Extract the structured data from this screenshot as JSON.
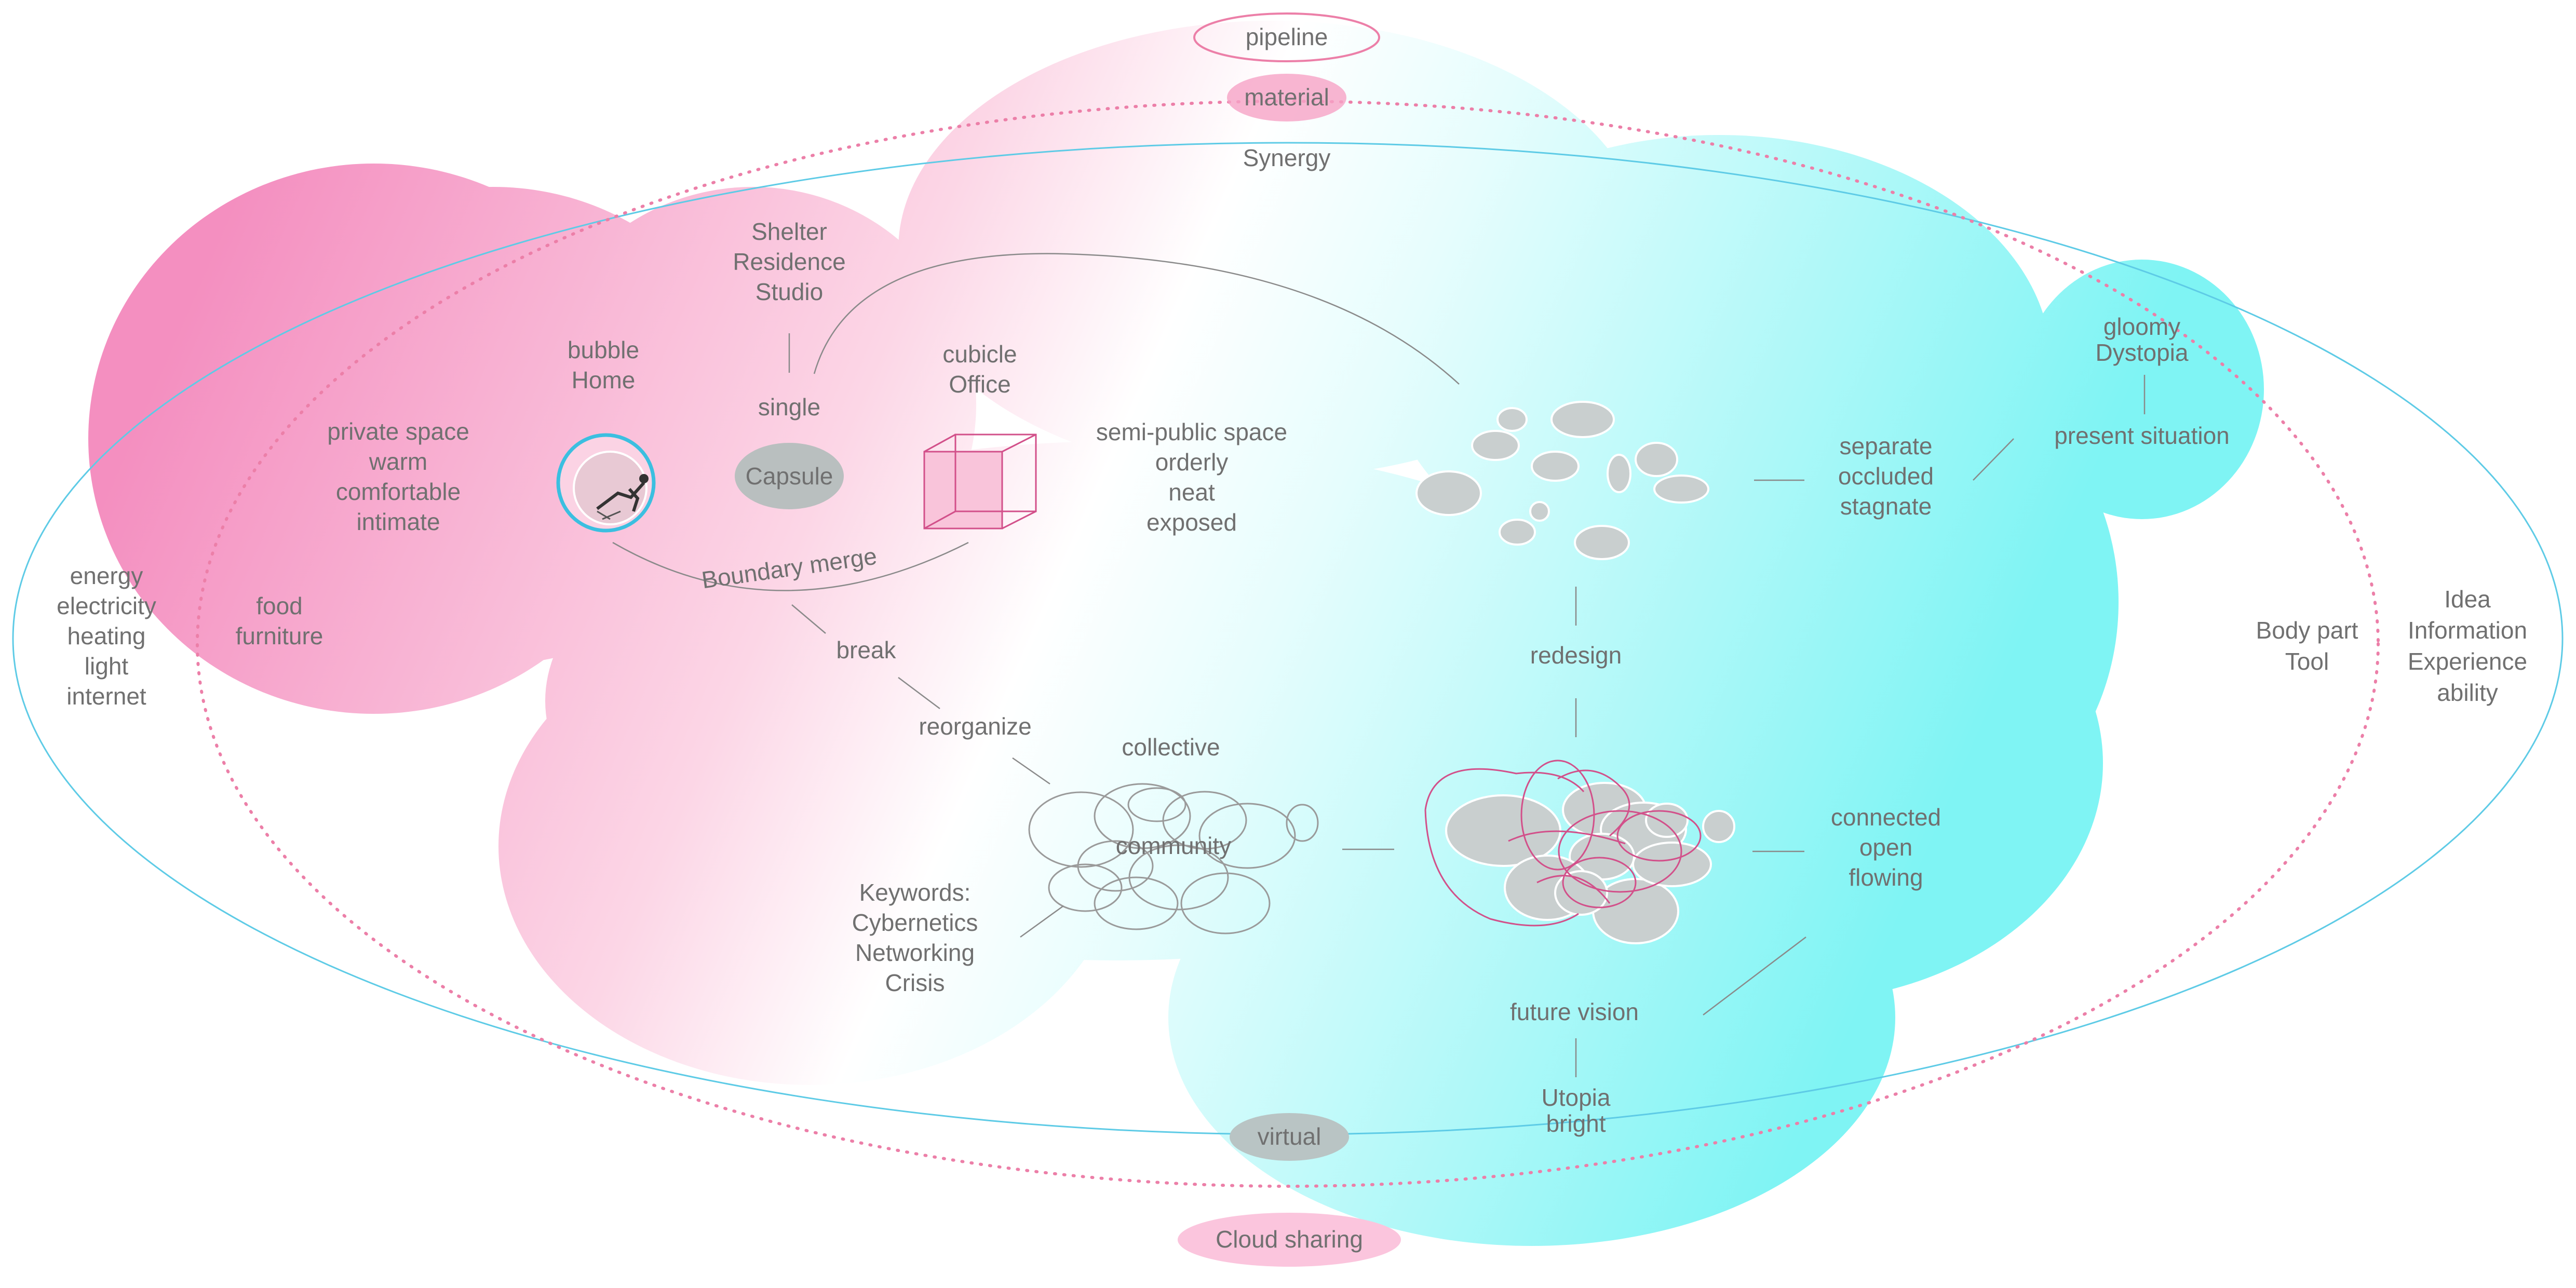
{
  "colors": {
    "pink": "#f48fc0",
    "cyan": "#7ff4f4",
    "outer_ellipse": "#5ecbe6",
    "dotted_ellipse": "#ec7fa8",
    "label_text": "#707070",
    "gray_blob": "#c9cfcf",
    "magenta_stroke": "#d2508a"
  },
  "icons": {
    "bubble_home": "person-in-bubble-icon",
    "cubicle_office": "cube-icon"
  },
  "top": {
    "pipeline": "pipeline",
    "material": "material",
    "synergy": "Synergy"
  },
  "bottom": {
    "virtual": "virtual",
    "cloud_sharing": "Cloud sharing"
  },
  "left": {
    "energy": [
      "energy",
      "electricity",
      "heating",
      "light",
      "internet"
    ],
    "food": [
      "food",
      "furniture"
    ],
    "private": [
      "private space",
      "warm",
      "comfortable",
      "intimate"
    ]
  },
  "right": {
    "body": [
      "Body part",
      "Tool"
    ],
    "idea": [
      "Idea",
      "Information",
      "Experience",
      "ability"
    ]
  },
  "spaces": {
    "shelter": [
      "Shelter",
      "Residence",
      "Studio"
    ],
    "bubble": [
      "bubble",
      "Home"
    ],
    "single": "single",
    "capsule": "Capsule",
    "cubicle": [
      "cubicle",
      "Office"
    ],
    "semi_public": [
      "semi-public space",
      "orderly",
      "neat",
      "exposed"
    ],
    "boundary": "Boundary merge"
  },
  "flow": {
    "break": "break",
    "reorganize": "reorganize",
    "collective": "collective",
    "community": "community",
    "keywords": [
      "Keywords:",
      "Cybernetics",
      "Networking",
      "Crisis"
    ],
    "redesign": "redesign",
    "separate": [
      "separate",
      "occluded",
      "stagnate"
    ],
    "gloomy": [
      "gloomy",
      "Dystopia"
    ],
    "present": "present situation",
    "connected": [
      "connected",
      "open",
      "flowing"
    ],
    "future": "future vision",
    "utopia": [
      "Utopia",
      "bright"
    ]
  }
}
